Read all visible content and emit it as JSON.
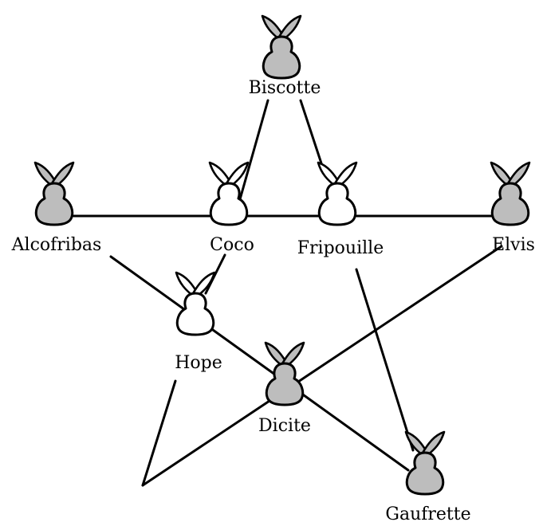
{
  "colors": {
    "gray_fill": "#bdbdbd",
    "white_fill": "#ffffff",
    "stroke": "#000000"
  },
  "nodes": [
    {
      "id": "biscotte",
      "label": "Biscotte",
      "fill": "gray",
      "icon": "rabbit-icon"
    },
    {
      "id": "alcofribas",
      "label": "Alcofribas",
      "fill": "gray",
      "icon": "rabbit-icon"
    },
    {
      "id": "coco",
      "label": "Coco",
      "fill": "white",
      "icon": "rabbit-icon"
    },
    {
      "id": "fripouille",
      "label": "Fripouille",
      "fill": "white",
      "icon": "rabbit-icon"
    },
    {
      "id": "elvis",
      "label": "Elvis",
      "fill": "gray",
      "icon": "rabbit-icon"
    },
    {
      "id": "hope",
      "label": "Hope",
      "fill": "white",
      "icon": "rabbit-icon"
    },
    {
      "id": "dicite",
      "label": "Dicite",
      "fill": "gray",
      "icon": "rabbit-icon"
    },
    {
      "id": "gaufrette",
      "label": "Gaufrette",
      "fill": "gray",
      "icon": "rabbit-icon"
    }
  ]
}
